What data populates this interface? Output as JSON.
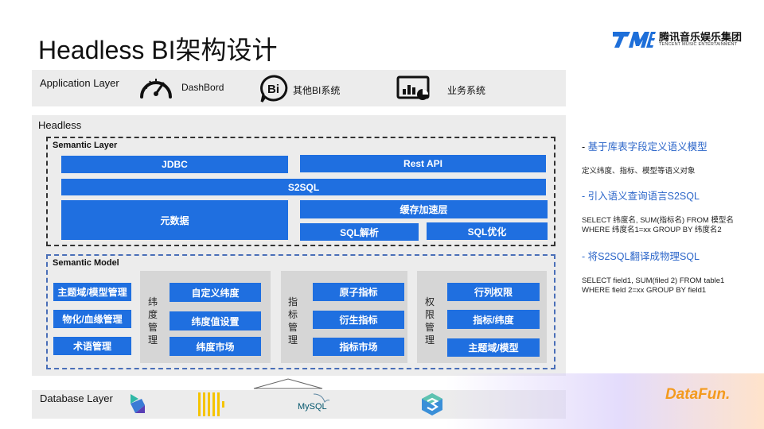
{
  "title": "Headless BI架构设计",
  "brand": {
    "logo_cn": "腾讯音乐娱乐集团",
    "logo_en": "TENCENT MUSIC ENTERTAINMENT",
    "logo_mark": "TME",
    "footer_logo": "DataFun."
  },
  "application_layer": {
    "label": "Application Layer",
    "items": [
      {
        "icon": "speedometer-icon",
        "label": "DashBord"
      },
      {
        "icon": "bi-chat-icon",
        "label": "其他BI系统"
      },
      {
        "icon": "business-chart-icon",
        "label": "业务系统"
      }
    ]
  },
  "headless": {
    "label": "Headless",
    "semantic_layer": {
      "label": "Semantic Layer",
      "jdbc": "JDBC",
      "rest_api": "Rest API",
      "s2sql": "S2SQL",
      "metadata": "元数据",
      "cache": "缓存加速层",
      "sql_parse": "SQL解析",
      "sql_opt": "SQL优化"
    },
    "semantic_model": {
      "label": "Semantic Model",
      "left_items": [
        "主题域/模型管理",
        "物化/血缘管理",
        "术语管理"
      ],
      "groups": [
        {
          "title": "纬度管理",
          "items": [
            "自定义纬度",
            "纬度值设置",
            "纬度市场"
          ]
        },
        {
          "title": "指标管理",
          "items": [
            "原子指标",
            "衍生指标",
            "指标市场"
          ]
        },
        {
          "title": "权限管理",
          "items": [
            "行列权限",
            "指标/纬度",
            "主题域/模型"
          ]
        }
      ]
    }
  },
  "database_layer": {
    "label": "Database Layer",
    "icons": [
      "kylin-icon",
      "clickhouse-icon",
      "mysql-icon",
      "starrocks-icon"
    ],
    "mysql_label": "MySQL"
  },
  "notes": [
    {
      "heading": "基于库表字段定义语义模型",
      "lines": [
        "定义纬度、指标、模型等语义对象"
      ]
    },
    {
      "heading": "引入语义查询语言S2SQL",
      "lines": [
        "SELECT 纬度名, SUM(指标名) FROM 模型名",
        "WHERE 纬度名1=xx GROUP BY 纬度名2"
      ]
    },
    {
      "heading": "将S2SQL翻译成物理SQL",
      "lines": [
        "SELECT field1, SUM(filed 2) FROM table1",
        "WHERE field 2=xx GROUP BY field1"
      ]
    }
  ],
  "colors": {
    "accent": "#1f6fe0",
    "note_heading": "#2c66c9",
    "panel": "#ececec"
  }
}
